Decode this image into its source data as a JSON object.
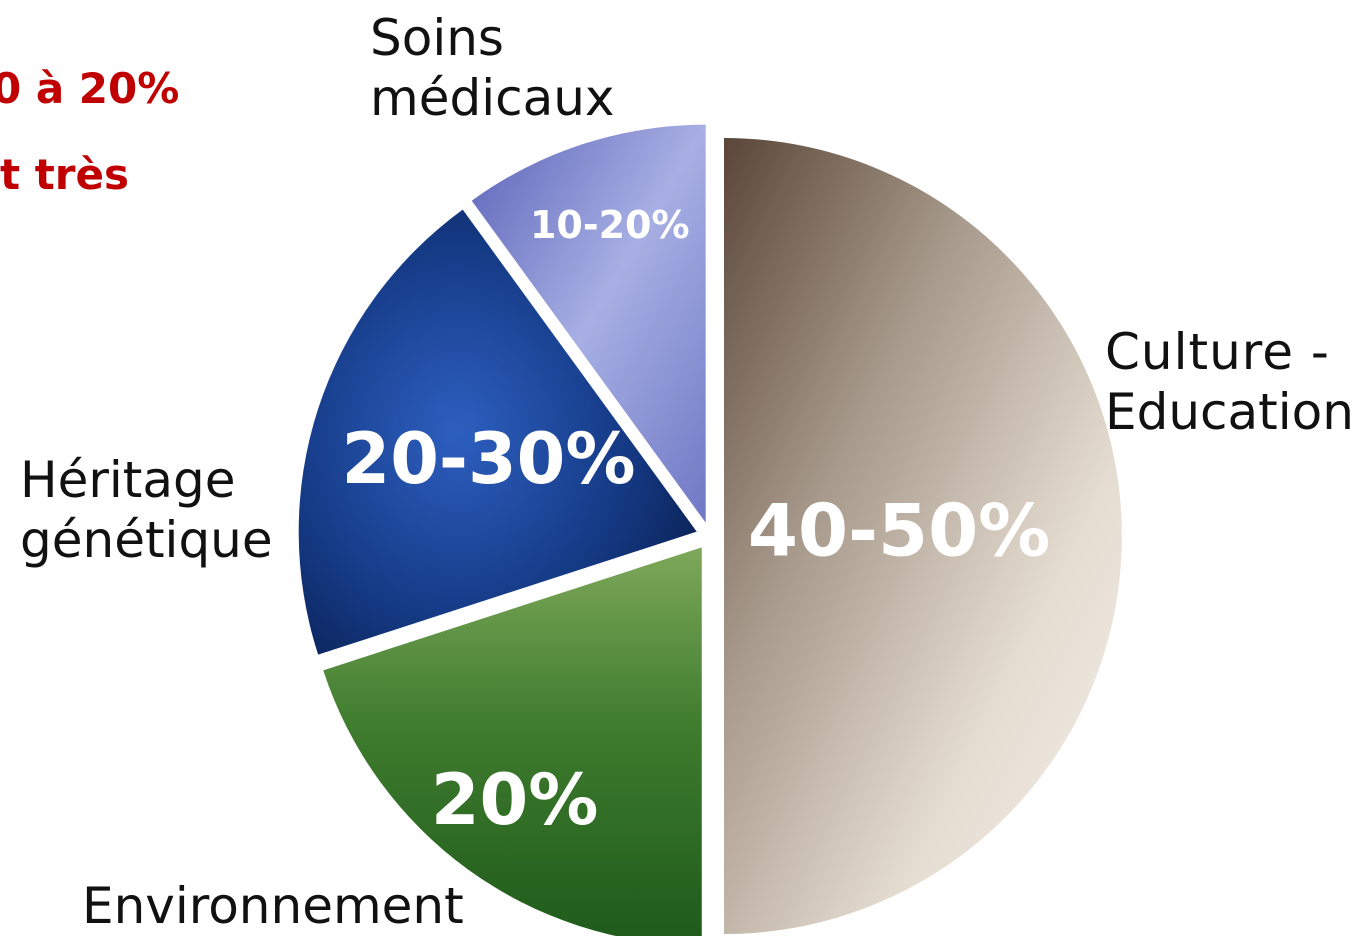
{
  "headline": {
    "line1": "0 à 20%",
    "line2": "t très"
  },
  "colors": {
    "headline": "#c00000",
    "culture_slice": "#d9cfc3",
    "genetic_slice": "#1b3f88",
    "environment_slice": "#2f6b2a",
    "medical_slice": "#7f86c8"
  },
  "chart_data": {
    "type": "pie",
    "title": "",
    "slices": [
      {
        "label": "Culture - Education",
        "label_lines": [
          "Culture -",
          "Education"
        ],
        "value_text": "40-50%",
        "range": [
          40,
          50
        ],
        "value": 50,
        "image": "friends-playing-cards"
      },
      {
        "label": "Environnement",
        "label_lines": [
          "Environnement"
        ],
        "value_text": "20%",
        "range": [
          20,
          20
        ],
        "value": 20,
        "image": "forest"
      },
      {
        "label": "Héritage génétique",
        "label_lines": [
          "Héritage",
          "génétique"
        ],
        "value_text": "20-30%",
        "range": [
          20,
          30
        ],
        "value": 20,
        "image": "dna-helix"
      },
      {
        "label": "Soins médicaux",
        "label_lines": [
          "Soins",
          "médicaux"
        ],
        "value_text": "10-20%",
        "range": [
          10,
          20
        ],
        "value": 10,
        "image": "operating-room"
      }
    ]
  }
}
